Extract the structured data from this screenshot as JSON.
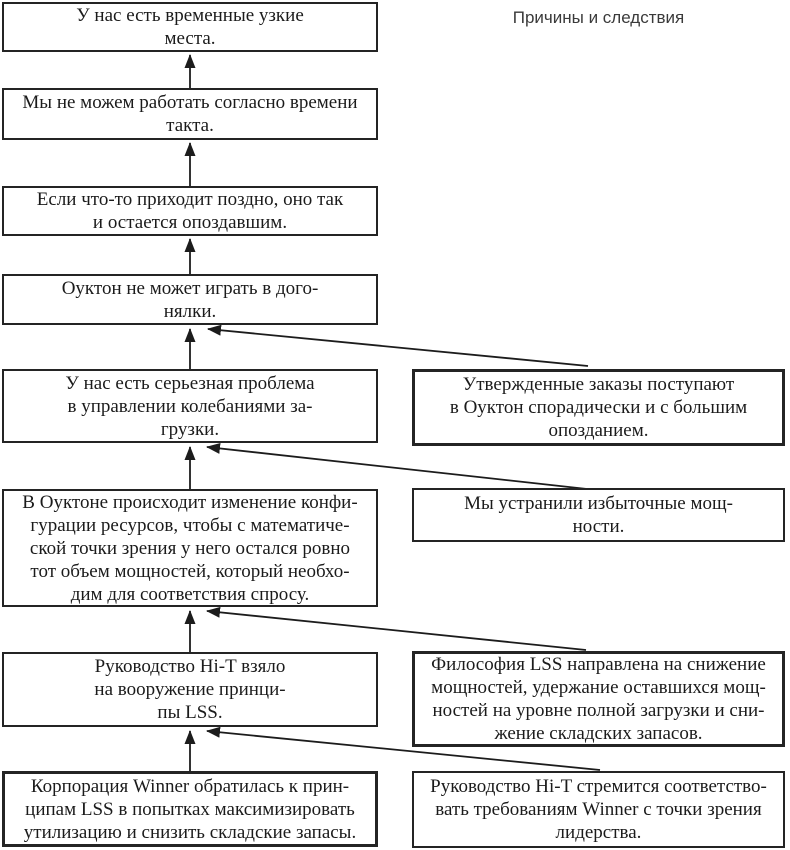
{
  "title": "Причины и следствия",
  "left_boxes": [
    {
      "text": "У нас есть временные узкие\nместа."
    },
    {
      "text": "Мы не можем работать согласно времени\nтакта."
    },
    {
      "text": "Если что-то приходит поздно, оно так\nи остается опоздавшим."
    },
    {
      "text": "Оуктон не может играть в дого-\nнялки."
    },
    {
      "text": "У нас есть серьезная проблема\nв управлении колебаниями за-\nгрузки."
    },
    {
      "text": "В Оуктоне происходит изменение конфи-\nгурации ресурсов, чтобы с математиче-\nской точки зрения у него остался ровно\nтот объем мощностей, который необхо-\nдим для соответствия спросу."
    },
    {
      "text": "Руководство Hi-T взяло\nна вооружение принци-\nпы LSS."
    },
    {
      "text": "Корпорация Winner обратилась к прин-\nципам LSS в попытках максимизировать\nутилизацию и снизить складские запасы."
    }
  ],
  "right_boxes": [
    {
      "text": "Утвержденные заказы поступают\nв Оуктон спорадически и с большим\nопозданием."
    },
    {
      "text": "Мы устранили избыточные мощ-\nности."
    },
    {
      "text": "Философия LSS направлена на снижение\nмощностей, удержание оставшихся мощ-\nностей на уровне полной загрузки и сни-\nжение складских запасов."
    },
    {
      "text": "Руководство Hi-T стремится соответство-\nвать требованиям Winner с точки зрения\nлидерства."
    }
  ],
  "colors": {
    "line": "#1c1c1c",
    "border": "#242424",
    "text": "#1b1b1b"
  }
}
